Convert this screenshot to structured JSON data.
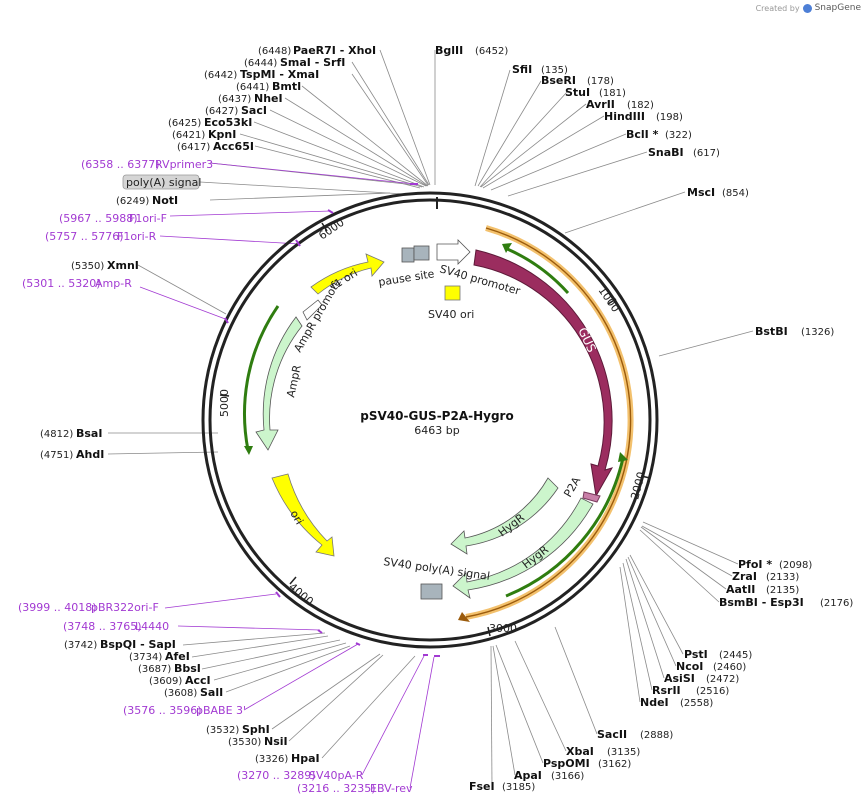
{
  "credit": {
    "prefix": "Created by",
    "brand": "SnapGene"
  },
  "plasmid": {
    "name": "pSV40-GUS-P2A-Hygro",
    "length_label": "6463 bp"
  },
  "ticks": [
    "1000",
    "2000",
    "3000",
    "4000",
    "5000",
    "6000"
  ],
  "enzymes": [
    {
      "name": "PaeR7I - XhoI",
      "pos": "(6448)"
    },
    {
      "name": "SmaI - SrfI",
      "pos": "(6444)"
    },
    {
      "name": "TspMI - XmaI",
      "pos": "(6442)"
    },
    {
      "name": "BmtI",
      "pos": "(6441)"
    },
    {
      "name": "NheI",
      "pos": "(6437)"
    },
    {
      "name": "SacI",
      "pos": "(6427)"
    },
    {
      "name": "Eco53kI",
      "pos": "(6425)"
    },
    {
      "name": "KpnI",
      "pos": "(6421)"
    },
    {
      "name": "Acc65I",
      "pos": "(6417)"
    },
    {
      "name": "NotI",
      "pos": "(6249)"
    },
    {
      "name": "XmnI",
      "pos": "(5350)"
    },
    {
      "name": "BsaI",
      "pos": "(4812)"
    },
    {
      "name": "AhdI",
      "pos": "(4751)"
    },
    {
      "name": "BspQI - SapI",
      "pos": "(3742)"
    },
    {
      "name": "AfeI",
      "pos": "(3734)"
    },
    {
      "name": "BbsI",
      "pos": "(3687)"
    },
    {
      "name": "AccI",
      "pos": "(3609)"
    },
    {
      "name": "SalI",
      "pos": "(3608)"
    },
    {
      "name": "SphI",
      "pos": "(3532)"
    },
    {
      "name": "NsiI",
      "pos": "(3530)"
    },
    {
      "name": "HpaI",
      "pos": "(3326)"
    },
    {
      "name": "BglII",
      "pos": "(6452)"
    },
    {
      "name": "SfiI",
      "pos": "(135)"
    },
    {
      "name": "BseRI",
      "pos": "(178)"
    },
    {
      "name": "StuI",
      "pos": "(181)"
    },
    {
      "name": "AvrII",
      "pos": "(182)"
    },
    {
      "name": "HindIII",
      "pos": "(198)"
    },
    {
      "name": "BclI *",
      "pos": "(322)"
    },
    {
      "name": "SnaBI",
      "pos": "(617)"
    },
    {
      "name": "MscI",
      "pos": "(854)"
    },
    {
      "name": "BstBI",
      "pos": "(1326)"
    },
    {
      "name": "PfoI *",
      "pos": "(2098)"
    },
    {
      "name": "ZraI",
      "pos": "(2133)"
    },
    {
      "name": "AatII",
      "pos": "(2135)"
    },
    {
      "name": "BsmBI - Esp3I",
      "pos": "(2176)"
    },
    {
      "name": "PstI",
      "pos": "(2445)"
    },
    {
      "name": "NcoI",
      "pos": "(2460)"
    },
    {
      "name": "AsiSI",
      "pos": "(2472)"
    },
    {
      "name": "RsrII",
      "pos": "(2516)"
    },
    {
      "name": "NdeI",
      "pos": "(2558)"
    },
    {
      "name": "SacII",
      "pos": "(2888)"
    },
    {
      "name": "XbaI",
      "pos": "(3135)"
    },
    {
      "name": "PspOMI",
      "pos": "(3162)"
    },
    {
      "name": "ApaI",
      "pos": "(3166)"
    },
    {
      "name": "FseI",
      "pos": "(3185)"
    }
  ],
  "primers": [
    {
      "name": "RVprimer3",
      "range": "(6358 .. 6377)"
    },
    {
      "name": "F1ori-F",
      "range": "(5967 .. 5988)"
    },
    {
      "name": "F1ori-R",
      "range": "(5757 .. 5776)"
    },
    {
      "name": "Amp-R",
      "range": "(5301 .. 5320)"
    },
    {
      "name": "pBR322ori-F",
      "range": "(3999 .. 4018)"
    },
    {
      "name": "L4440",
      "range": "(3748 .. 3765)"
    },
    {
      "name": "pBABE 3'",
      "range": "(3576 .. 3596)"
    },
    {
      "name": "SV40pA-R",
      "range": "(3270 .. 3289)"
    },
    {
      "name": "EBV-rev",
      "range": "(3216 .. 3235)"
    }
  ],
  "callout": "poly(A) signal",
  "features": {
    "gus": "GUS",
    "p2a": "P2A",
    "hygr": "HygR",
    "hygr_inner": "HygR",
    "ampr": "AmpR",
    "ampr_promoter": "AmpR promoter",
    "f1_ori": "f1 ori",
    "ori": "ori",
    "pause_site": "pause site",
    "sv40_promoter": "SV40 promoter",
    "sv40_ori": "SV40 ori",
    "sv40_polya": "SV40 poly(A) signal"
  },
  "colors": {
    "gus": "#9b2d5f",
    "hygr": "#ccf5cc",
    "ampr": "#ccf5cc",
    "origin": "#ffff00",
    "p2a": "#c97fa8",
    "grey_box": "#a8b4bc",
    "primer": "#a23ad2",
    "orf_green": "#2f7d10",
    "orf_orange": "#f3c16d"
  }
}
